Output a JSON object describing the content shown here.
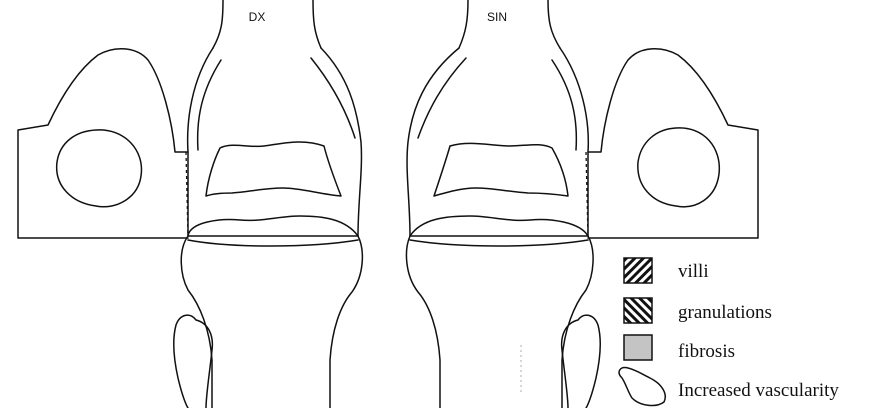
{
  "labels": {
    "right_side": "DX",
    "left_side": "SIN"
  },
  "legend": [
    {
      "label": "villi",
      "swatch": "hatch-down-right"
    },
    {
      "label": "granulations",
      "swatch": "hatch-up-right"
    },
    {
      "label": "fibrosis",
      "swatch": "solid-grey"
    },
    {
      "label": "Increased vascularity",
      "swatch": "blob-outline"
    }
  ],
  "colors": {
    "line": "#111111",
    "fibrosis_fill": "#c4c4c4",
    "background": "#ffffff"
  }
}
